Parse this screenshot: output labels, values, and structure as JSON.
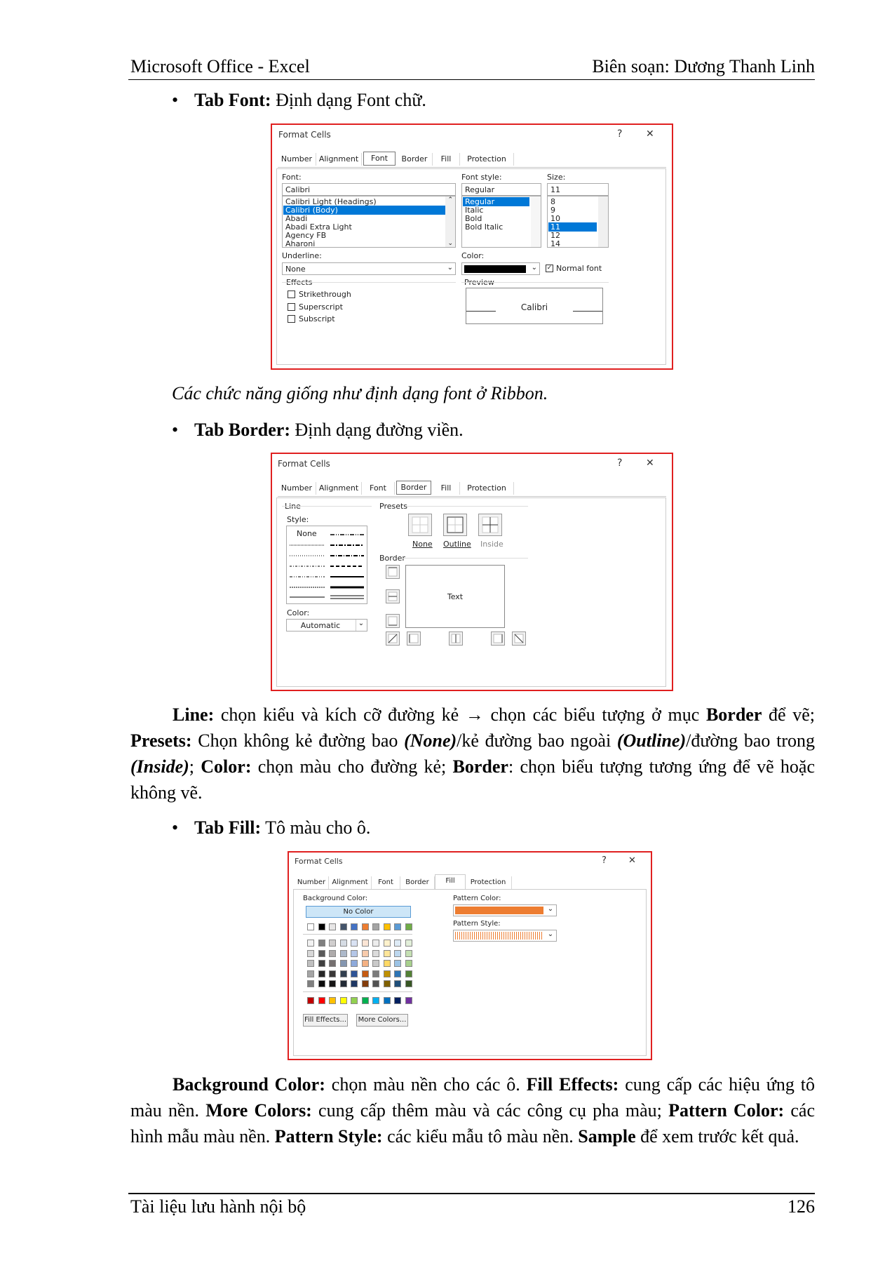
{
  "header": {
    "left": "Microsoft Office - Excel",
    "right": "Biên soạn: Dương Thanh Linh"
  },
  "footer": {
    "left": "Tài liệu lưu hành nội bộ",
    "right": "126"
  },
  "bullet1": {
    "term": "Tab Font:",
    "desc": " Định dạng Font chữ."
  },
  "caption1": "Các chức năng giống như định dạng font ở Ribbon.",
  "bullet2": {
    "term": "Tab Border:",
    "desc": " Định dạng đường viền."
  },
  "bullet3": {
    "term": "Tab Fill:",
    "desc": " Tô màu cho ô."
  },
  "para_border": [
    {
      "b": "Line:"
    },
    {
      "t": " chọn kiểu và kích cỡ đường kẻ → chọn các biểu tượng ở mục "
    },
    {
      "b": "Border"
    },
    {
      "t": " để vẽ; "
    },
    {
      "b": "Presets:"
    },
    {
      "t": " Chọn không kẻ đường bao "
    },
    {
      "bi": "(None)"
    },
    {
      "t": "/kẻ đường bao ngoài "
    },
    {
      "bi": "(Outline)"
    },
    {
      "t": "/đường bao trong "
    },
    {
      "bi": "(Inside)"
    },
    {
      "t": "; "
    },
    {
      "b": "Color:"
    },
    {
      "t": " chọn màu cho đường kẻ; "
    },
    {
      "b": "Border"
    },
    {
      "t": ": chọn biểu tượng tương ứng để vẽ hoặc không vẽ."
    }
  ],
  "para_fill": [
    {
      "b": "Background Color:"
    },
    {
      "t": " chọn màu nền cho các ô. "
    },
    {
      "b": "Fill Effects:"
    },
    {
      "t": " cung cấp các hiệu ứng tô màu nền. "
    },
    {
      "b": "More Colors:"
    },
    {
      "t": " cung cấp thêm màu và các công cụ pha màu; "
    },
    {
      "b": "Pattern Color:"
    },
    {
      "t": " các hình mẫu màu nền. "
    },
    {
      "b": "Pattern Style:"
    },
    {
      "t": " các kiểu mẫu tô màu nền. "
    },
    {
      "b": "Sample"
    },
    {
      "t": " để xem trước kết quả."
    }
  ],
  "dialog_common": {
    "title": "Format Cells",
    "help": "?",
    "close": "✕",
    "tabs": [
      "Number",
      "Alignment",
      "Font",
      "Border",
      "Fill",
      "Protection"
    ]
  },
  "font_dialog": {
    "font_label": "Font:",
    "font_value": "Calibri",
    "font_list": [
      "Calibri Light (Headings)",
      "Calibri (Body)",
      "Abadi",
      "Abadi Extra Light",
      "Agency FB",
      "Aharoni"
    ],
    "style_label": "Font style:",
    "style_value": "Regular",
    "style_list": [
      "Regular",
      "Italic",
      "Bold",
      "Bold Italic"
    ],
    "size_label": "Size:",
    "size_value": "11",
    "size_list": [
      "8",
      "9",
      "10",
      "11",
      "12",
      "14"
    ],
    "underline_label": "Underline:",
    "underline_value": "None",
    "color_label": "Color:",
    "color_value": "#000000",
    "normal_font": "Normal font",
    "effects_label": "Effects",
    "effects": [
      "Strikethrough",
      "Superscript",
      "Subscript"
    ],
    "preview_label": "Preview",
    "preview_text": "Calibri"
  },
  "border_dialog": {
    "line_label": "Line",
    "style_label": "Style:",
    "style_none": "None",
    "color_label": "Color:",
    "color_value": "Automatic",
    "presets_label": "Presets",
    "presets": [
      "None",
      "Outline",
      "Inside"
    ],
    "border_label": "Border",
    "text_label": "Text"
  },
  "fill_dialog": {
    "bg_label": "Background Color:",
    "no_color": "No Color",
    "fill_effects": "Fill Effects...",
    "more_colors": "More Colors...",
    "pattern_color_label": "Pattern Color:",
    "pattern_color_value": "#ed7d31",
    "pattern_style_label": "Pattern Style:",
    "theme_top": [
      "#ffffff",
      "#000000",
      "#e7e6e6",
      "#44546a",
      "#4472c4",
      "#ed7d31",
      "#a5a5a5",
      "#ffc000",
      "#5b9bd5",
      "#70ad47"
    ],
    "theme_shades": [
      [
        "#f2f2f2",
        "#7f7f7f",
        "#d0cece",
        "#d6dce4",
        "#d9e2f3",
        "#fbe5d5",
        "#ededed",
        "#fff2cc",
        "#deebf6",
        "#e2efd9"
      ],
      [
        "#d8d8d8",
        "#595959",
        "#aeabab",
        "#adb9ca",
        "#b4c6e7",
        "#f7cbac",
        "#dbdbdb",
        "#fee599",
        "#bdd7ee",
        "#c5e0b3"
      ],
      [
        "#bfbfbf",
        "#3f3f3f",
        "#757070",
        "#8496b0",
        "#8eaadb",
        "#f4b183",
        "#c9c9c9",
        "#ffd966",
        "#9cc3e5",
        "#a8d08d"
      ],
      [
        "#a5a5a5",
        "#262626",
        "#3a3838",
        "#323f4f",
        "#2f5496",
        "#c55a11",
        "#7b7b7b",
        "#bf9000",
        "#2e75b5",
        "#538135"
      ],
      [
        "#7f7f7f",
        "#0c0c0c",
        "#171616",
        "#222a35",
        "#1f3864",
        "#833c0b",
        "#525252",
        "#7f6000",
        "#1e4e79",
        "#375623"
      ]
    ],
    "standard": [
      "#c00000",
      "#ff0000",
      "#ffc000",
      "#ffff00",
      "#92d050",
      "#00b050",
      "#00b0f0",
      "#0070c0",
      "#002060",
      "#7030a0"
    ]
  }
}
